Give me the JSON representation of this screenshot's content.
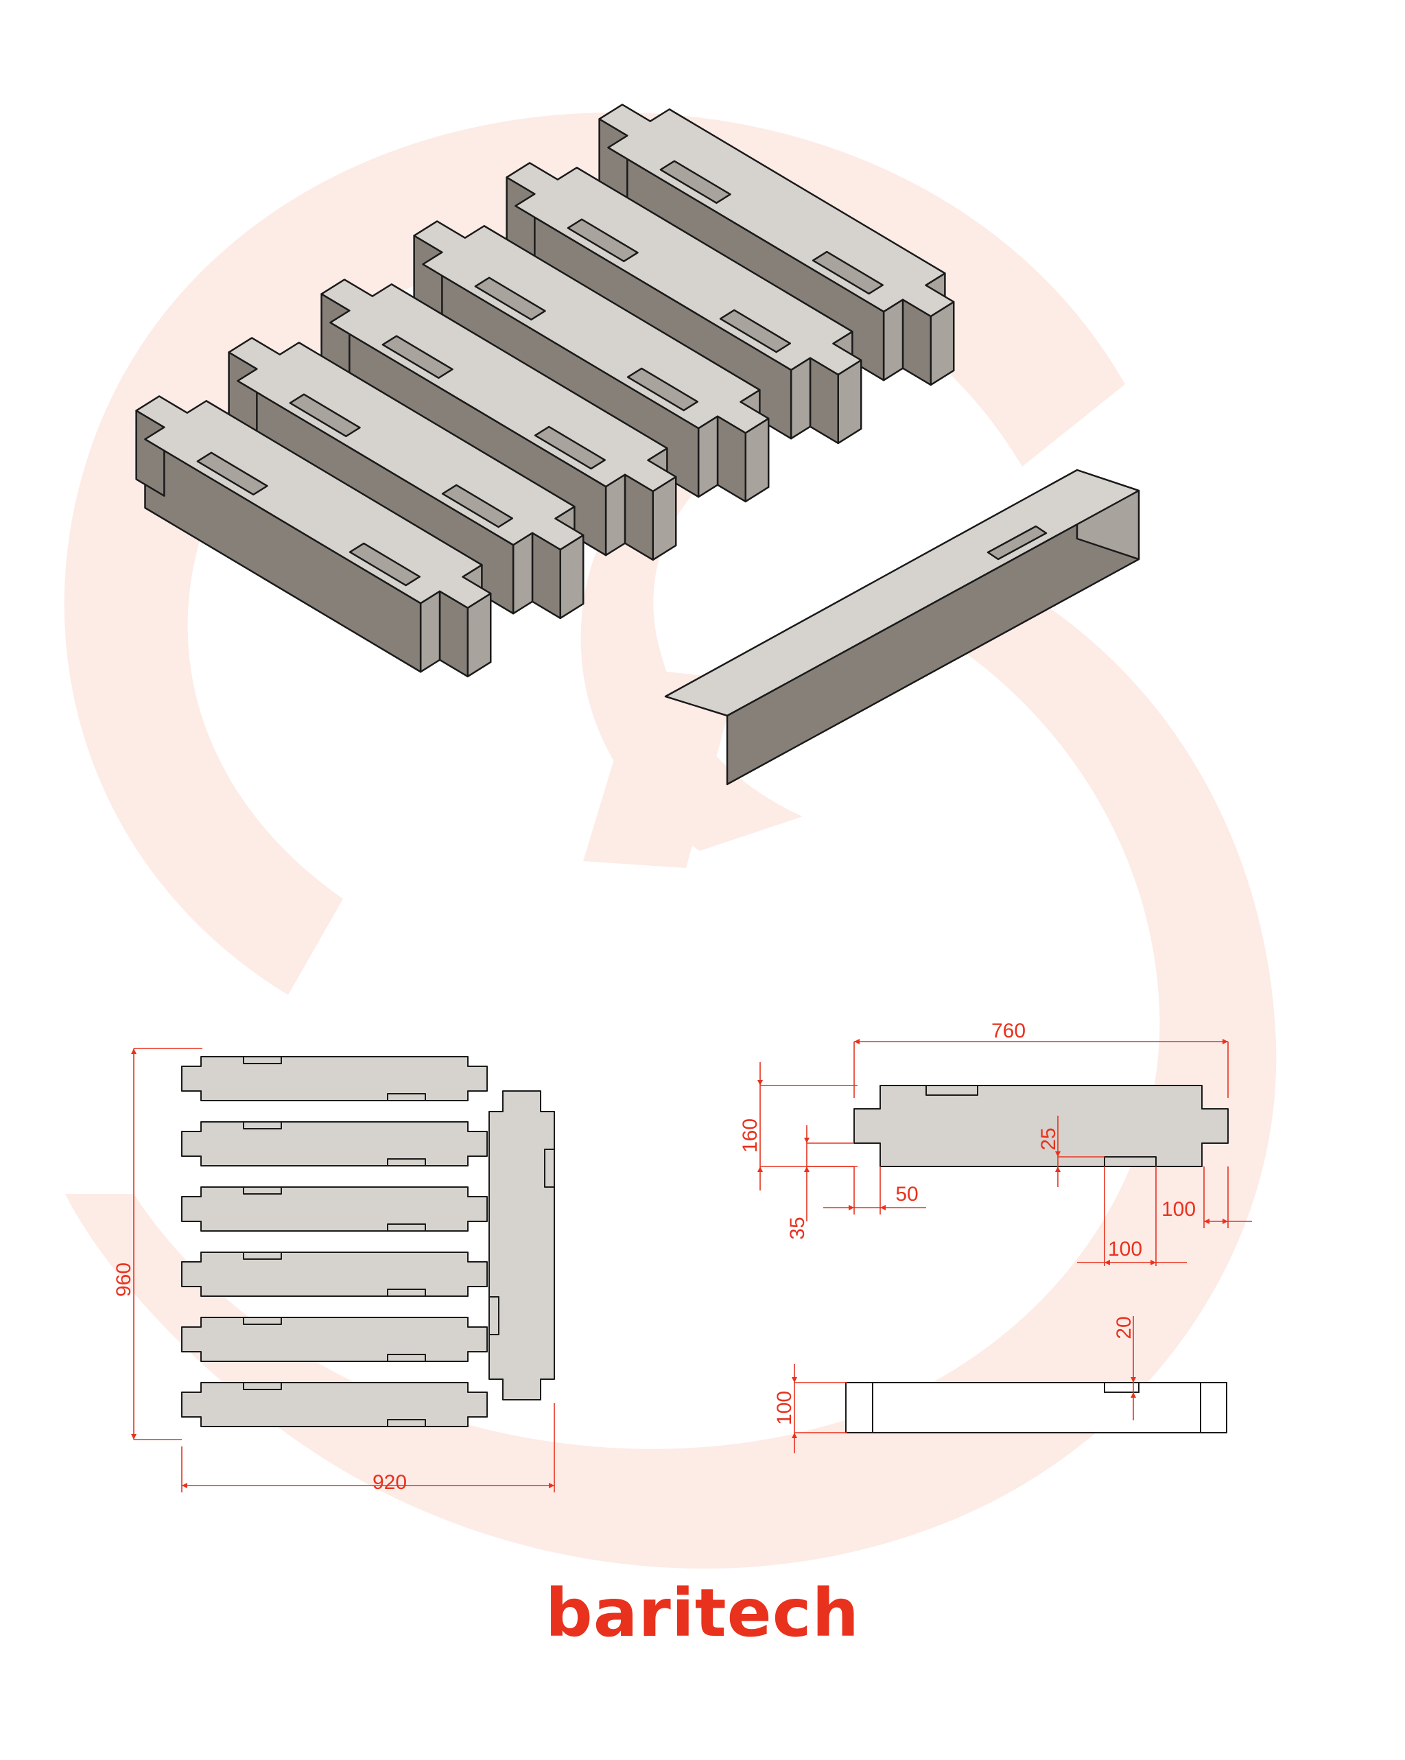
{
  "colors": {
    "accent": "#e8321e",
    "watermark": "#fdebe6",
    "surface": "#d6d3ce",
    "side": "#a8a39d",
    "front": "#878079",
    "line": "#1a1a1a"
  },
  "icons": {
    "watermark": "brand-swirl-watermark-icon"
  },
  "dimensions": {
    "overall_height": "960",
    "overall_width": "920",
    "plank_length": "760",
    "plank_width": "160",
    "notch_depth": "35",
    "notch_length": "50",
    "slot_offset": "25",
    "slot_length": "100",
    "end_offset": "100",
    "thickness": "100",
    "slot_depth": "20"
  },
  "brand": {
    "name": "baritech"
  }
}
